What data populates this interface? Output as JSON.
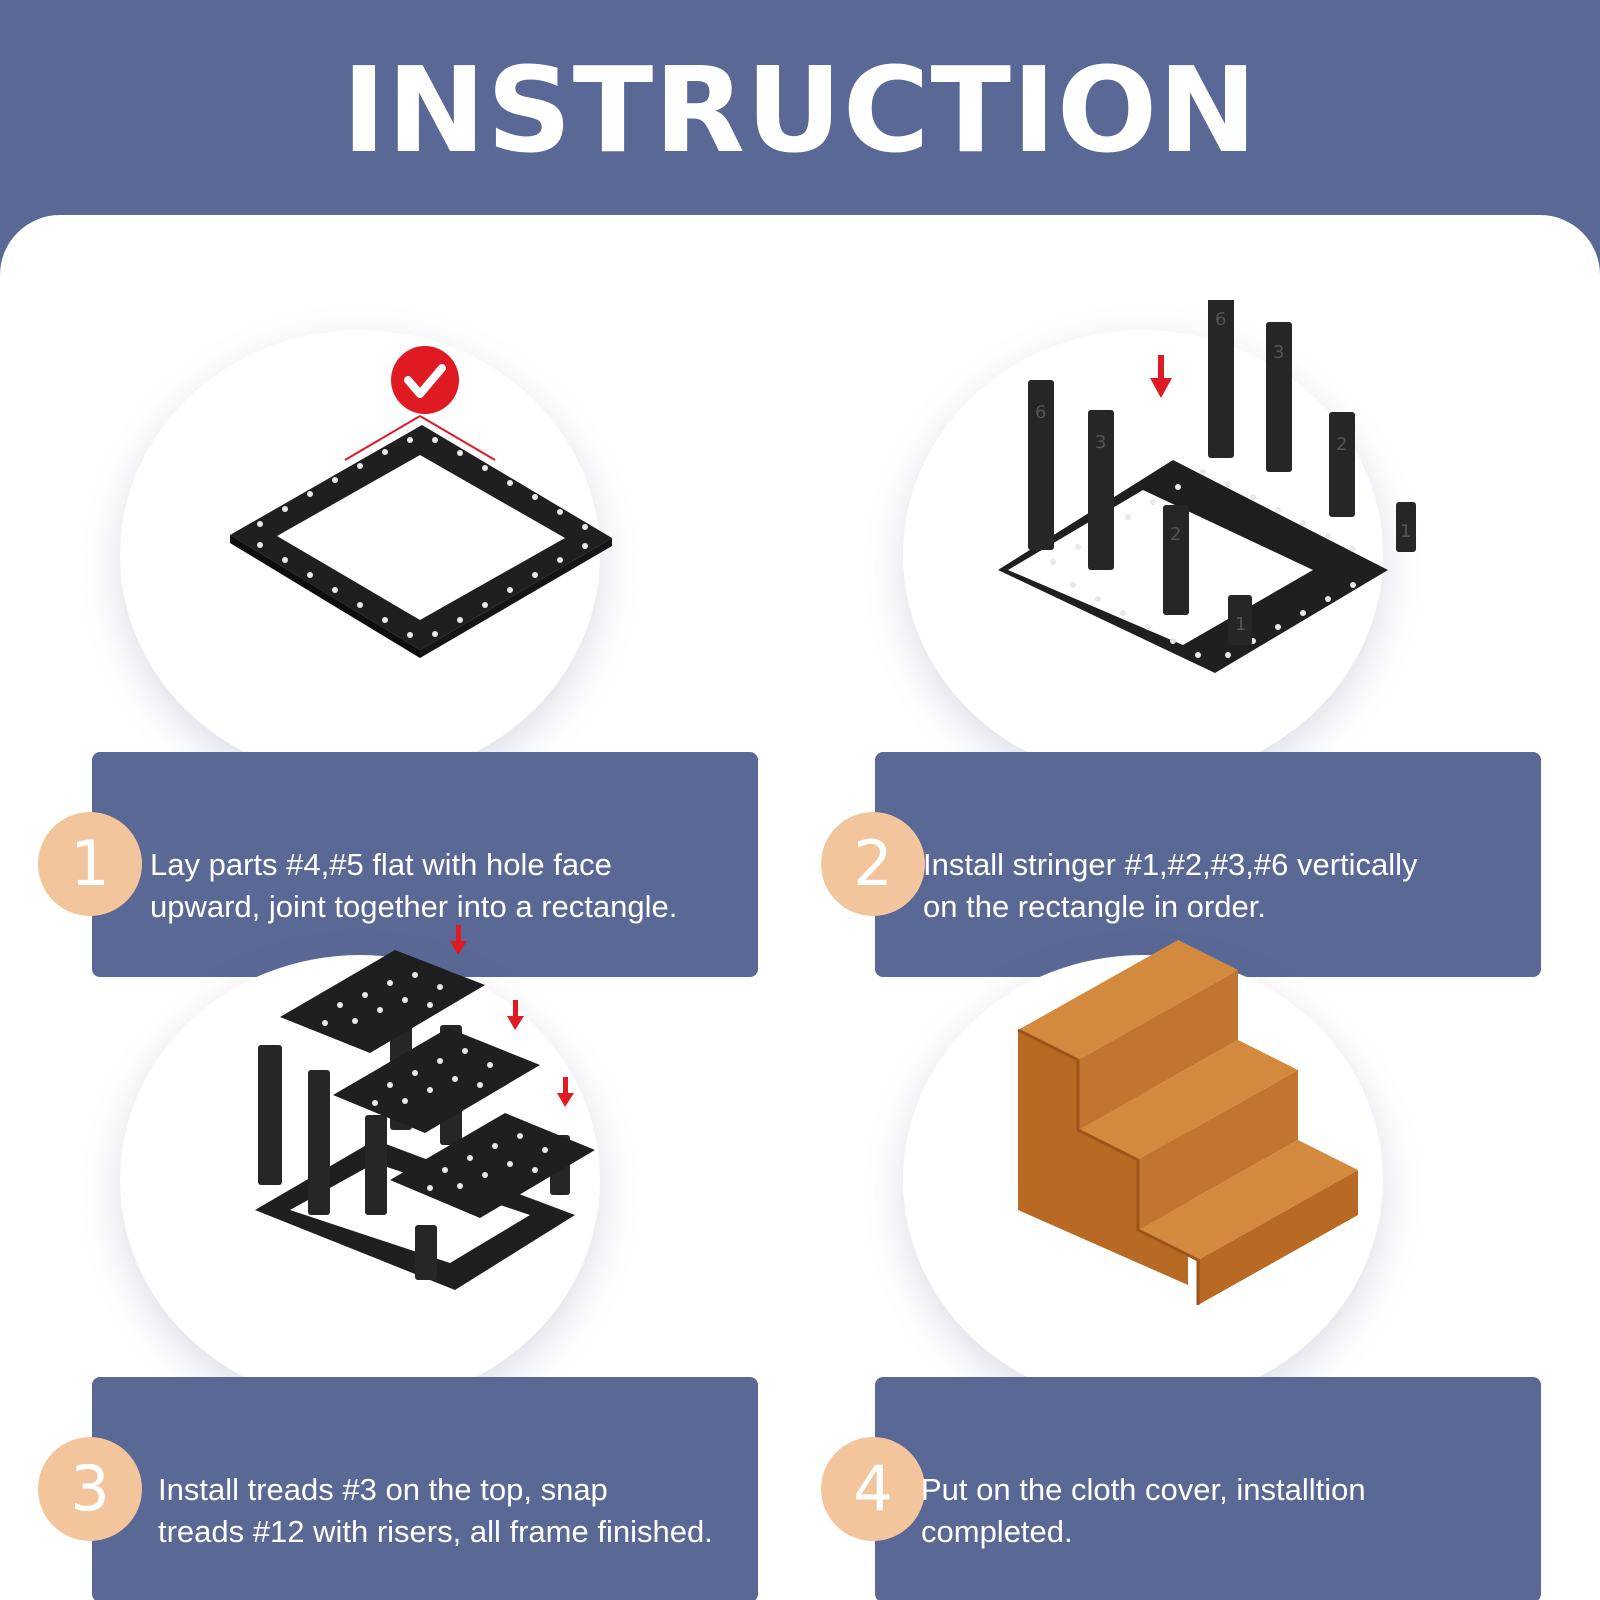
{
  "header": {
    "title": "INSTRUCTION"
  },
  "colors": {
    "brand_blue": "#5a6895",
    "badge_peach": "#f2c59c",
    "accent_red": "#e01a22",
    "frame_black": "#1f1f1f",
    "cover_brown": "#c0722b"
  },
  "steps": [
    {
      "number": "1",
      "text": "Lay parts #4,#5 flat with hole face\nupward, joint together into a  rectangle.",
      "icon": "check-mark-icon"
    },
    {
      "number": "2",
      "text": "Install stringer #1,#2,#3,#6 vertically\non the rectangle in order.",
      "icon": "down-arrow-icon"
    },
    {
      "number": "3",
      "text": "Install treads #3 on the top, snap\ntreads #12 with risers, all frame  finished.",
      "icon": "down-arrow-icon"
    },
    {
      "number": "4",
      "text": "Put on the cloth cover, installtion\ncompleted.",
      "icon": "cushioned-steps"
    }
  ]
}
